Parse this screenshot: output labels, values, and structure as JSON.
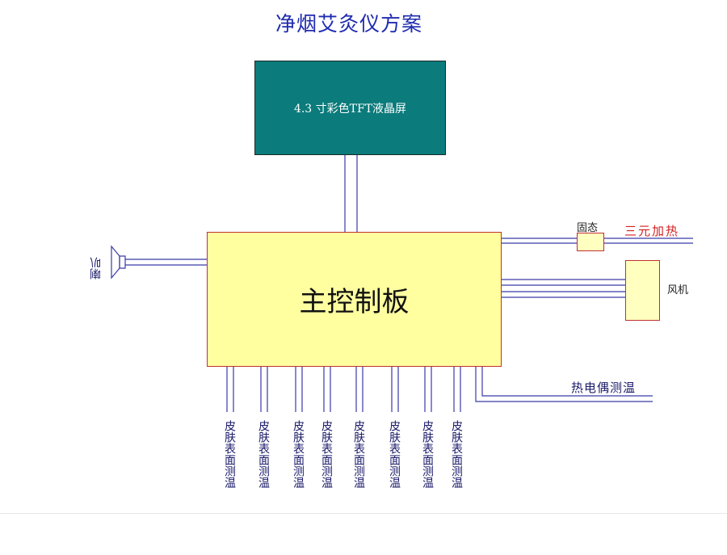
{
  "title": "净烟艾灸仪方案",
  "screen": {
    "label": "4.3 寸彩色TFT液晶屏"
  },
  "main_board": {
    "label": "主控制板"
  },
  "speaker": {
    "label": "喇叭"
  },
  "solid_state": {
    "label": "固态"
  },
  "heater": {
    "label": "三元加热"
  },
  "fan": {
    "label": "风机"
  },
  "thermocouple": {
    "label": "热电偶测温"
  },
  "skin_sensors": [
    {
      "label": "皮肤表面测温"
    },
    {
      "label": "皮肤表面测温"
    },
    {
      "label": "皮肤表面测温"
    },
    {
      "label": "皮肤表面测温"
    },
    {
      "label": "皮肤表面测温"
    },
    {
      "label": "皮肤表面测温"
    },
    {
      "label": "皮肤表面测温"
    },
    {
      "label": "皮肤表面测温"
    }
  ],
  "colors": {
    "wire": "#3a3aa8",
    "board_fill": "#ffffa0",
    "board_border": "#c03030",
    "screen_fill": "#0b7b7b",
    "title": "#1f2bb0",
    "heater_label": "#d42020"
  }
}
